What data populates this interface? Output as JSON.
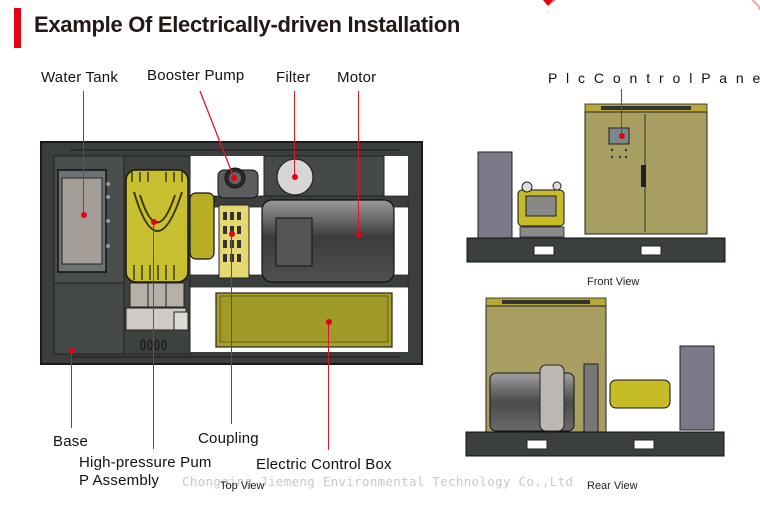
{
  "title": "Example Of Electrically-driven Installation",
  "accent_color": "#e60012",
  "top_view": {
    "caption": "Top View",
    "labels": {
      "water_tank": "Water Tank",
      "booster_pump": "Booster Pump",
      "filter": "Filter",
      "motor": "Motor",
      "base": "Base",
      "high_pressure_line1": "High-pressure Pum",
      "high_pressure_line2": "P Assembly",
      "coupling": "Coupling",
      "electric_control_box": "Electric Control Box"
    }
  },
  "front_view": {
    "caption": "Front View",
    "labels": {
      "plc_control_panel": "P l c  C o n t r o l  P a n e l"
    }
  },
  "rear_view": {
    "caption": "Rear View"
  },
  "watermark": "Chongqing Jiemeng Environmental Technology Co.,Ltd"
}
